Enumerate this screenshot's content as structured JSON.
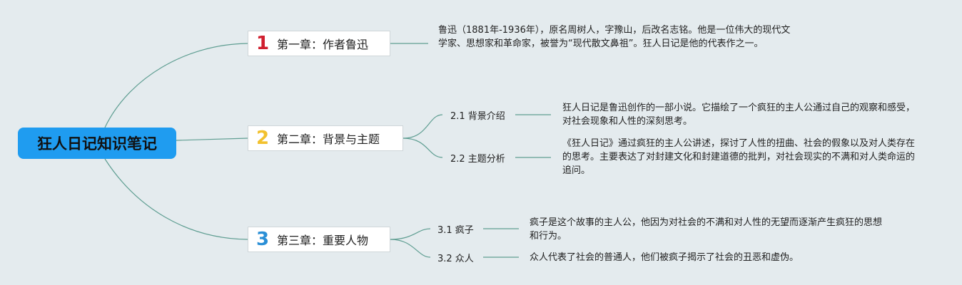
{
  "root": {
    "title": "狂人日记知识笔记"
  },
  "chapters": [
    {
      "number": "1",
      "number_color": "#d01f2f",
      "label": "第一章：作者鲁迅",
      "description": "鲁迅（1881年-1936年），原名周树人，字豫山，后改名志铭。他是一位伟大的现代文学家、思想家和革命家，被誉为“现代散文鼻祖”。狂人日记是他的代表作之一。",
      "subs": []
    },
    {
      "number": "2",
      "number_color": "#f2c12e",
      "label": "第二章：背景与主题",
      "subs": [
        {
          "label": "2.1 背景介绍",
          "description": "狂人日记是鲁迅创作的一部小说。它描绘了一个疯狂的主人公通过自己的观察和感受，对社会现象和人性的深刻思考。"
        },
        {
          "label": "2.2 主题分析",
          "description": "《狂人日记》通过疯狂的主人公讲述，探讨了人性的扭曲、社会的假象以及对人类存在的思考。主要表达了对封建文化和封建道德的批判，对社会现实的不满和对人类命运的追问。"
        }
      ]
    },
    {
      "number": "3",
      "number_color": "#2a8fd6",
      "label": "第三章：重要人物",
      "subs": [
        {
          "label": "3.1 疯子",
          "description": "疯子是这个故事的主人公，他因为对社会的不满和对人性的无望而逐渐产生疯狂的思想和行为。"
        },
        {
          "label": "3.2 众人",
          "description": "众人代表了社会的普通人，他们被疯子揭示了社会的丑恶和虚伪。"
        }
      ]
    }
  ],
  "colors": {
    "line": "#5f9e92",
    "root_bg": "#1f9cf0",
    "background": "#e4ebee"
  }
}
